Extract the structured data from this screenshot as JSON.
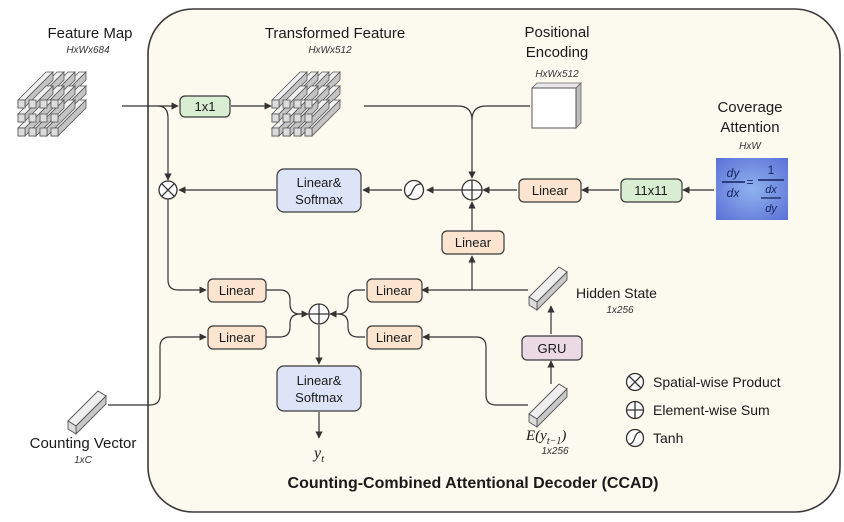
{
  "title": "Counting-Combined Attentional Decoder (CCAD)",
  "inputs": {
    "feature_map": {
      "label": "Feature Map",
      "dim": "HxWx684"
    },
    "transformed_feature": {
      "label": "Transformed Feature",
      "dim": "HxWx512"
    },
    "positional_encoding": {
      "label_line1": "Positional",
      "label_line2": "Encoding",
      "dim": "HxWx512"
    },
    "coverage_attention": {
      "label_line1": "Coverage",
      "label_line2": "Attention",
      "dim": "HxW"
    },
    "hidden_state": {
      "label": "Hidden State",
      "dim": "1x256"
    },
    "counting_vector": {
      "label": "Counting Vector",
      "dim": "1xC"
    },
    "embedding": {
      "label": "E(y",
      "sub": "t−1",
      "close": ")",
      "dim": "1x256"
    },
    "output": {
      "label": "y",
      "sub": "t"
    }
  },
  "blocks": {
    "conv1": "1x1",
    "conv11": "11x11",
    "linear": "Linear",
    "gru": "GRU",
    "linsoft_line1": "Linear&",
    "linsoft_line2": "Softmax"
  },
  "legend": {
    "spatial": "Spatial-wise Product",
    "element": "Element-wise Sum",
    "tanh": "Tanh"
  },
  "coverage_formula": {
    "num_l": "dy",
    "den_l": "dx",
    "eq": "=",
    "num_r": "1",
    "num_r2": "dx",
    "den_r": "dy"
  },
  "colors": {
    "panel": "#fcf9ee",
    "conv_block": "#d9edd2",
    "linear_block": "#fbe5d1",
    "softmax_block": "#dde4f7",
    "gru_block": "#ebd9e3",
    "cuboid_top": "#f1f1f1",
    "cuboid_front": "#d2d2d2"
  }
}
